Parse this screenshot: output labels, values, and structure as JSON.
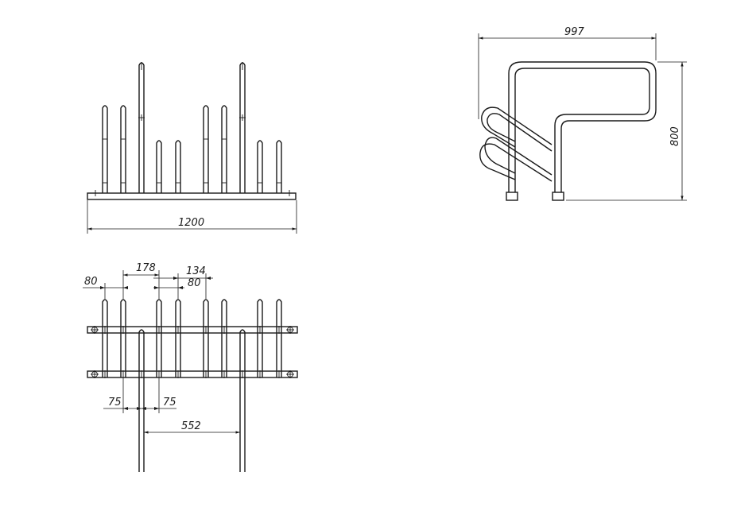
{
  "dimensions": {
    "front_width": "1200",
    "side_width": "997",
    "side_height": "800",
    "plan_80_left": "80",
    "plan_178": "178",
    "plan_134": "134",
    "plan_80_right": "80",
    "plan_75_left": "75",
    "plan_75_right": "75",
    "plan_552": "552"
  },
  "colors": {
    "line": "#1a1a1a",
    "background": "#ffffff"
  }
}
